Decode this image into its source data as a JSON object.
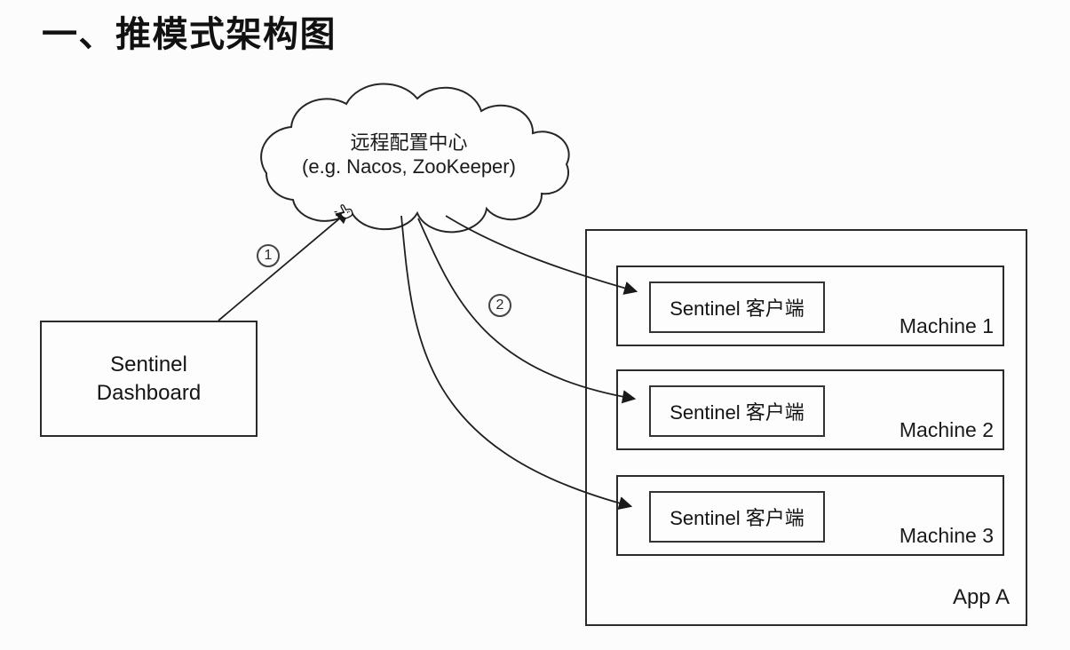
{
  "page": {
    "title": "一、推模式架构图"
  },
  "cloud": {
    "title": "远程配置中心",
    "subtitle": "(e.g. Nacos, ZooKeeper)"
  },
  "dashboard": {
    "line1": "Sentinel",
    "line2": "Dashboard"
  },
  "app": {
    "label": "App A",
    "machines": [
      {
        "label": "Machine 1",
        "client_label": "Sentinel 客户端"
      },
      {
        "label": "Machine 2",
        "client_label": "Sentinel 客户端"
      },
      {
        "label": "Machine 3",
        "client_label": "Sentinel 客户端"
      }
    ]
  },
  "annotations": {
    "step1": "1",
    "step2": "2"
  },
  "icons": {
    "cursor": "hand-pointer-icon"
  },
  "colors": {
    "line": "#1f1f1f",
    "text": "#141414",
    "background": "#fcfcfc"
  }
}
